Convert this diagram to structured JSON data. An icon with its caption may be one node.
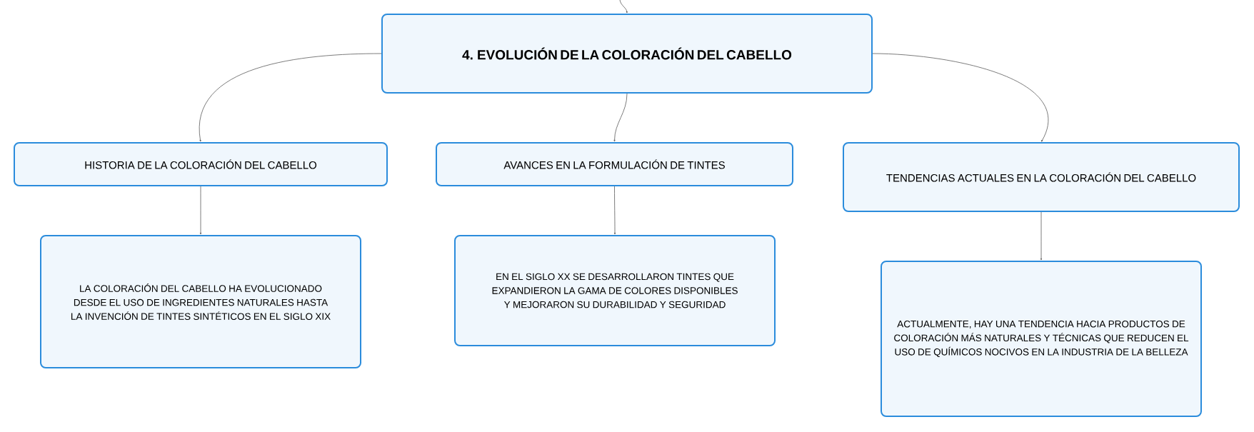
{
  "diagram": {
    "nodes": [
      {
        "text": [
          "4. EVOLUCIÓN DE LA COLORACIÓN DEL CABELLO"
        ]
      },
      {
        "text": [
          "HISTORIA DE LA COLORACIÓN DEL CABELLO"
        ]
      },
      {
        "text": [
          "AVANCES EN LA FORMULACIÓN DE TINTES"
        ]
      },
      {
        "text": [
          "TENDENCIAS ACTUALES EN LA COLORACIÓN DEL CABELLO"
        ]
      },
      {
        "text": [
          "LA COLORACIÓN DEL CABELLO HA EVOLUCIONADO DESDE EL USO DE INGREDIENTES NATURALES HASTA LA INVENCIÓN DE TINTES SINTÉTICOS EN EL SIGLO XIX"
        ]
      },
      {
        "text": [
          "EN EL SIGLO XX SE DESARROLLARON TINTES QUE EXPANDIERON LA GAMA DE COLORES DISPONIBLES Y MEJORARON SU DURABILIDAD Y SEGURIDAD"
        ]
      },
      {
        "text": [
          "ACTUALMENTE, HAY UNA TENDENCIA HACIA PRODUCTOS DE COLORACIÓN MÁS NATURALES Y TÉCNICAS QUE REDUCEN EL USO DE QUÍMICOS NOCIVOS EN LA INDUSTRIA DE LA BELLEZA"
        ]
      }
    ],
    "edges": [
      {
        "from": null,
        "to": 0,
        "arrow": "to"
      },
      {
        "from": 0,
        "to": 1,
        "arrow": "to"
      },
      {
        "from": 0,
        "to": 2,
        "arrow": "to"
      },
      {
        "from": 0,
        "to": 3,
        "arrow": "to"
      },
      {
        "from": 1,
        "to": 4,
        "arrow": "to"
      },
      {
        "from": 2,
        "to": 5,
        "arrow": "to"
      },
      {
        "from": 3,
        "to": 6,
        "arrow": "to"
      }
    ]
  }
}
